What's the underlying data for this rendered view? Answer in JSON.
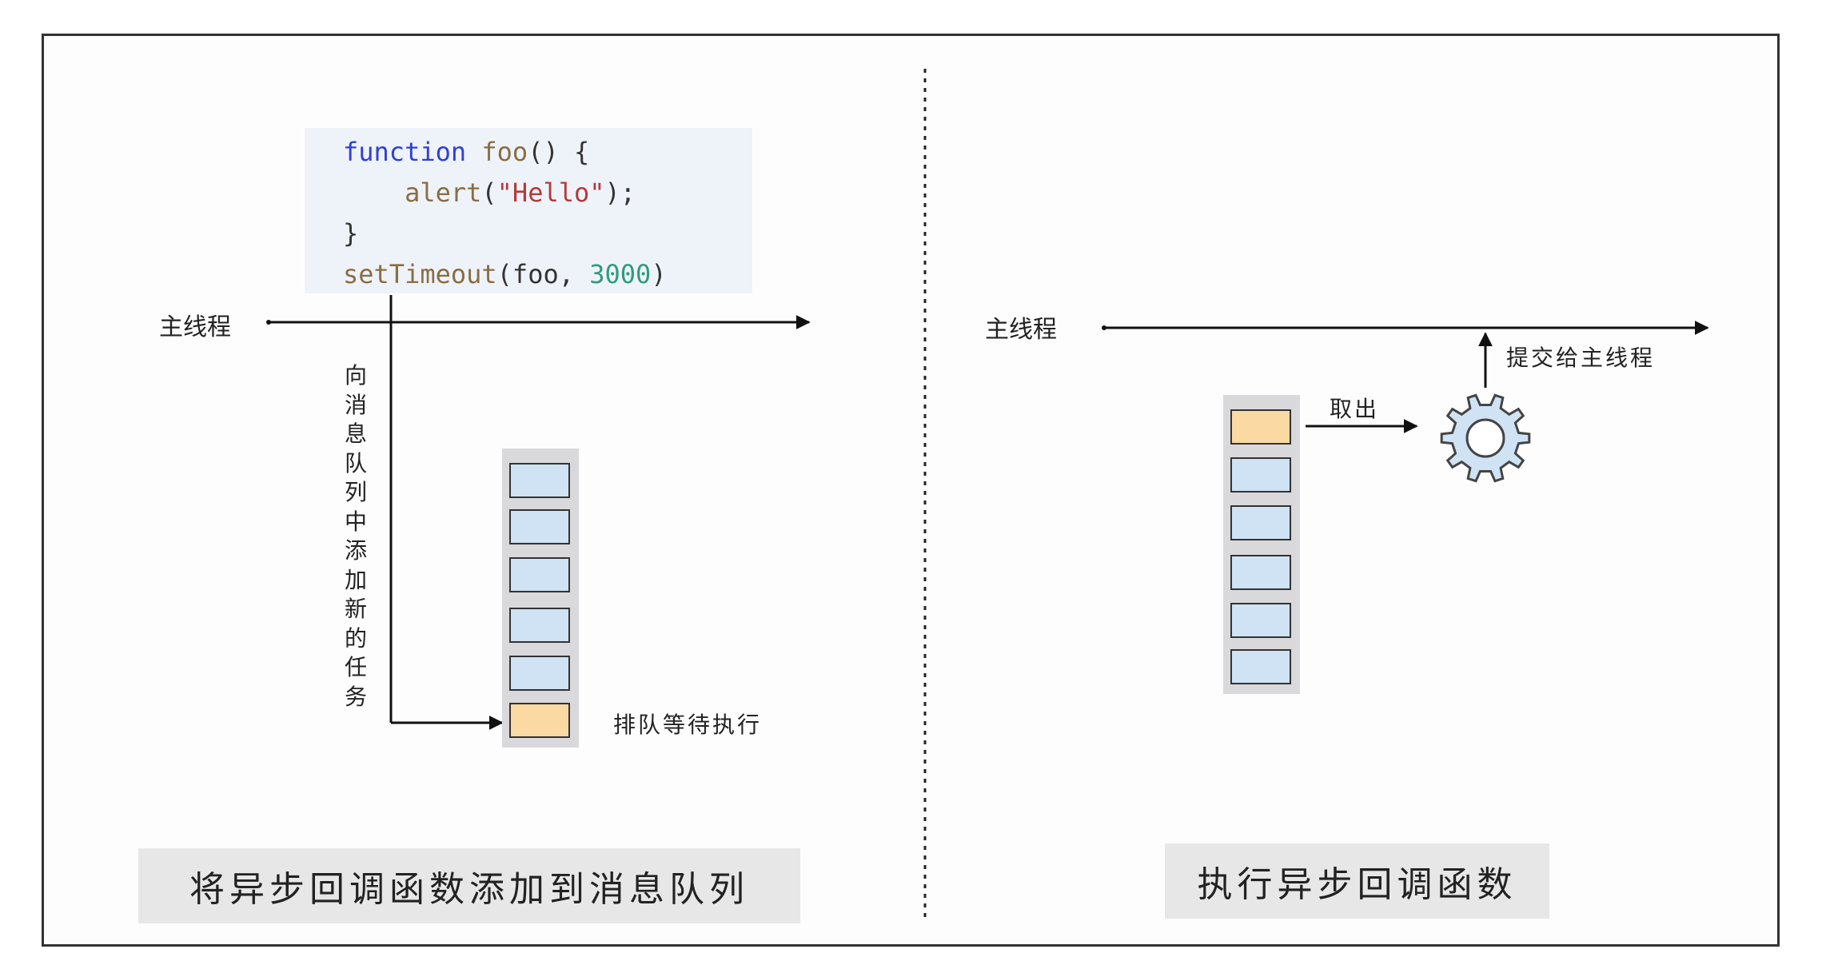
{
  "colors": {
    "frame": "#333333",
    "code_bg": "#eef3fa",
    "keyword": "#2f3fd6",
    "function_name": "#8a6d42",
    "string": "#b43a3a",
    "number": "#2f9c7c",
    "task_blue": "#cfe3f5",
    "task_orange": "#fbd9a2",
    "queue_bg": "#d9d9dc",
    "caption_bg": "#e7e7e7",
    "gear_fill": "#cfe3f5"
  },
  "left_panel": {
    "code": {
      "l1_kw": "function",
      "l1_fn": "foo",
      "l1_rest": "() {",
      "l2_fn": "alert",
      "l2_open": "(",
      "l2_str": "\"Hello\"",
      "l2_close": ");",
      "l3": "}",
      "l4_fn": "setTimeout",
      "l4_mid": "(foo, ",
      "l4_num": "3000",
      "l4_end": ")"
    },
    "main_thread_label": "主线程",
    "vertical_label": "向消息队列中添加新的任务",
    "queue_label": "排队等待执行",
    "caption": "将异步回调函数添加到消息队列",
    "queue_cells": [
      "blue",
      "blue",
      "blue",
      "blue",
      "blue",
      "orange"
    ]
  },
  "right_panel": {
    "main_thread_label": "主线程",
    "take_out_label": "取出",
    "submit_label": "提交给主线程",
    "caption": "执行异步回调函数",
    "queue_cells": [
      "orange",
      "blue",
      "blue",
      "blue",
      "blue",
      "blue"
    ],
    "icons": [
      "gear-icon"
    ]
  }
}
